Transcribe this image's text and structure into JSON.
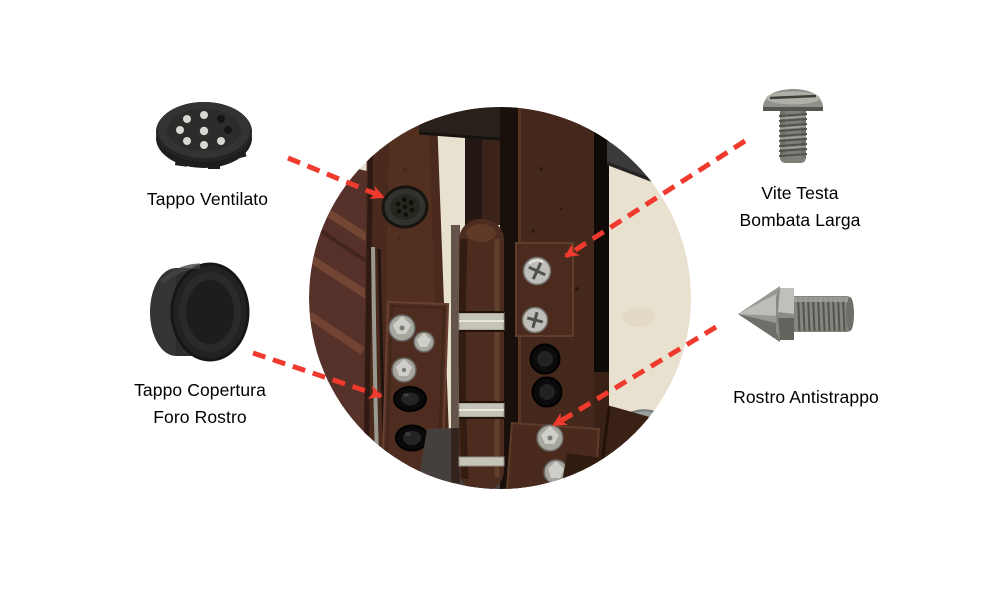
{
  "page": {
    "background_color": "#ffffff",
    "accent_red": "#f03a2e",
    "text_color": "#000000"
  },
  "diagram": {
    "photo": {
      "name": "door-hinge-closeup-photo",
      "shape": "circle"
    },
    "callouts": [
      {
        "id": "tappo-ventilato",
        "position": "top-left",
        "lines": [
          "Tappo Ventilato"
        ]
      },
      {
        "id": "tappo-copertura-foro-rostro",
        "position": "bottom-left",
        "lines": [
          "Tappo Copertura",
          "Foro Rostro"
        ]
      },
      {
        "id": "vite-testa-bombata-larga",
        "position": "top-right",
        "lines": [
          "Vite Testa",
          "Bombata Larga"
        ]
      },
      {
        "id": "rostro-antistrappo",
        "position": "bottom-right",
        "lines": [
          "Rostro Antistrappo"
        ]
      }
    ]
  }
}
